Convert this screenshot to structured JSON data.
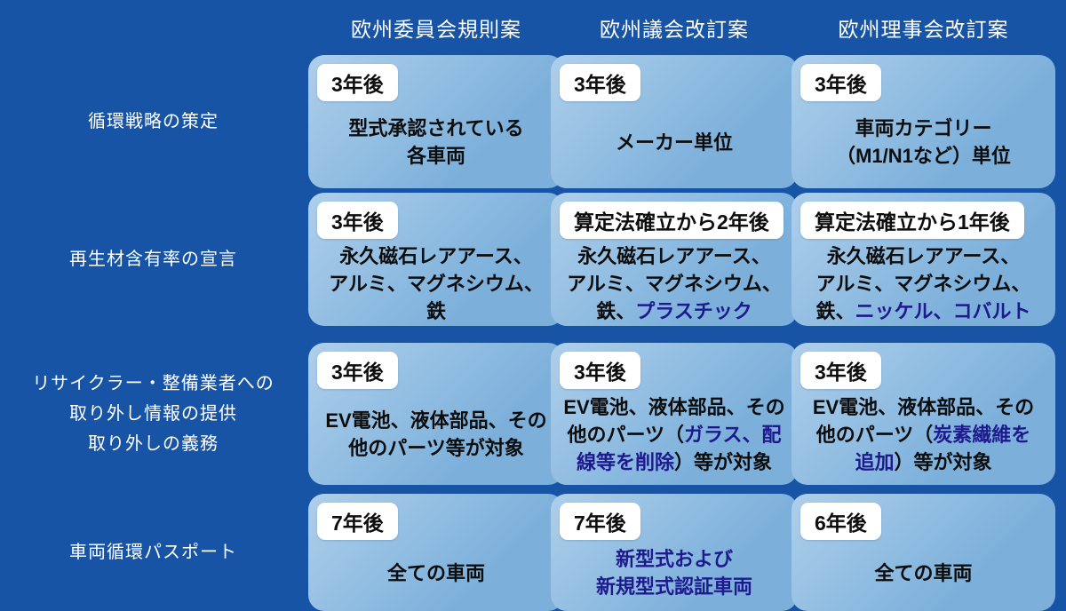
{
  "colors": {
    "background": "#1754a6",
    "bubble_light": "#aecfeb",
    "bubble_dark": "#7cb0db",
    "badge_background": "#ffffff",
    "badge_text": "#0d0d0d",
    "text_black": "#0d0d0d",
    "text_navy": "#1e1a8e",
    "header_text": "#ffffff",
    "label_text": "#ffffff"
  },
  "headers": [
    {
      "label": "欧州委員会規則案"
    },
    {
      "label": "欧州議会改訂案"
    },
    {
      "label": "欧州理事会改訂案"
    }
  ],
  "rows": [
    {
      "label_lines": [
        "循環戦略の策定"
      ],
      "cells": [
        {
          "badge": "3年後",
          "lines": [
            [
              {
                "t": "型式承認されている",
                "navy": false
              }
            ],
            [
              {
                "t": "各車両",
                "navy": false
              }
            ]
          ]
        },
        {
          "badge": "3年後",
          "lines": [
            [
              {
                "t": "メーカー単位",
                "navy": false
              }
            ]
          ]
        },
        {
          "badge": "3年後",
          "lines": [
            [
              {
                "t": "車両カテゴリー",
                "navy": false
              }
            ],
            [
              {
                "t": "（M1/N1など）単位",
                "navy": false
              }
            ]
          ]
        }
      ]
    },
    {
      "label_lines": [
        "再生材含有率の宣言"
      ],
      "cells": [
        {
          "badge": "3年後",
          "lines": [
            [
              {
                "t": "永久磁石レアアース、",
                "navy": false
              }
            ],
            [
              {
                "t": "アルミ、マグネシウム、",
                "navy": false
              }
            ],
            [
              {
                "t": "鉄",
                "navy": false
              }
            ]
          ]
        },
        {
          "badge": "算定法確立から2年後",
          "lines": [
            [
              {
                "t": "永久磁石レアアース、",
                "navy": false
              }
            ],
            [
              {
                "t": "アルミ、マグネシウム、",
                "navy": false
              }
            ],
            [
              {
                "t": "鉄、",
                "navy": false
              },
              {
                "t": "プラスチック",
                "navy": true
              }
            ]
          ]
        },
        {
          "badge": "算定法確立から1年後",
          "lines": [
            [
              {
                "t": "永久磁石レアアース、",
                "navy": false
              }
            ],
            [
              {
                "t": "アルミ、マグネシウム、",
                "navy": false
              }
            ],
            [
              {
                "t": "鉄、",
                "navy": false
              },
              {
                "t": "ニッケル、コバルト",
                "navy": true
              }
            ]
          ]
        }
      ]
    },
    {
      "label_lines": [
        "リサイクラー・整備業者への",
        "取り外し情報の提供",
        "取り外しの義務"
      ],
      "cells": [
        {
          "badge": "3年後",
          "lines": [
            [
              {
                "t": "EV電池、液体部品、その",
                "navy": false
              }
            ],
            [
              {
                "t": "他のパーツ等が対象",
                "navy": false
              }
            ]
          ]
        },
        {
          "badge": "3年後",
          "lines": [
            [
              {
                "t": "EV電池、液体部品、その",
                "navy": false
              }
            ],
            [
              {
                "t": "他のパーツ（",
                "navy": false
              },
              {
                "t": "ガラス、配",
                "navy": true
              }
            ],
            [
              {
                "t": "線等を削除",
                "navy": true
              },
              {
                "t": "）等が対象",
                "navy": false
              }
            ]
          ]
        },
        {
          "badge": "3年後",
          "lines": [
            [
              {
                "t": "EV電池、液体部品、その",
                "navy": false
              }
            ],
            [
              {
                "t": "他のパーツ（",
                "navy": false
              },
              {
                "t": "炭素繊維を",
                "navy": true
              }
            ],
            [
              {
                "t": "追加",
                "navy": true
              },
              {
                "t": "）等が対象",
                "navy": false
              }
            ]
          ]
        }
      ]
    },
    {
      "label_lines": [
        "車両循環パスポート"
      ],
      "cells": [
        {
          "badge": "7年後",
          "lines": [
            [
              {
                "t": "全ての車両",
                "navy": false
              }
            ]
          ]
        },
        {
          "badge": "7年後",
          "lines": [
            [
              {
                "t": "新型式および",
                "navy": true
              }
            ],
            [
              {
                "t": "新規型式認証車両",
                "navy": true
              }
            ]
          ]
        },
        {
          "badge": "6年後",
          "lines": [
            [
              {
                "t": "全ての車両",
                "navy": false
              }
            ]
          ]
        }
      ]
    }
  ]
}
